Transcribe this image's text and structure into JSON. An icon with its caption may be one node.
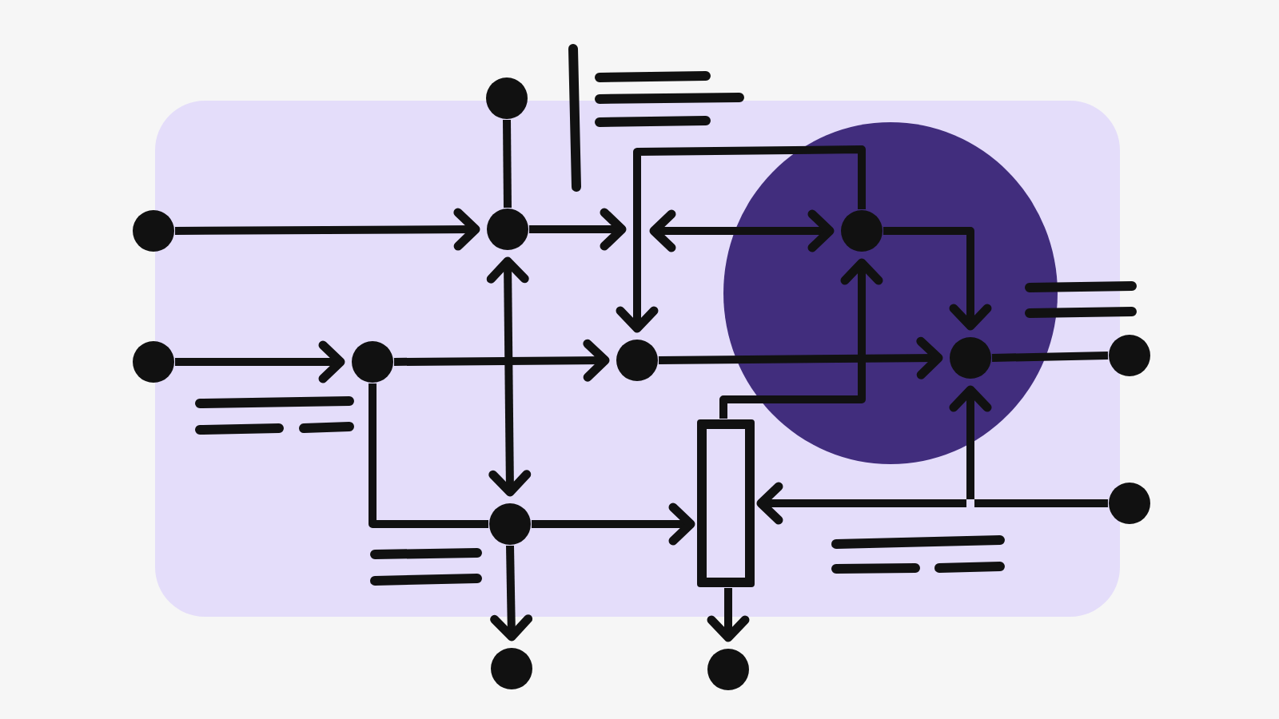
{
  "diagram": {
    "nodes": [
      {
        "text": [],
        "shape": "circle"
      },
      {
        "text": [],
        "shape": "circle"
      },
      {
        "text": [],
        "shape": "circle"
      },
      {
        "text": [],
        "shape": "circle"
      },
      {
        "text": [],
        "shape": "circle"
      },
      {
        "text": [],
        "shape": "circle"
      },
      {
        "text": [],
        "shape": "circle"
      },
      {
        "text": [],
        "shape": "circle"
      },
      {
        "text": [],
        "shape": "circle"
      },
      {
        "text": [],
        "shape": "box"
      },
      {
        "text": [],
        "shape": "circle"
      },
      {
        "text": [],
        "shape": "circle"
      },
      {
        "text": [],
        "shape": "circle"
      },
      {
        "text": [],
        "shape": "circle"
      }
    ],
    "edges": [
      {
        "from": 1,
        "to": 2,
        "arrow": "to"
      },
      {
        "from": 0,
        "to": 2,
        "arrow": "none"
      },
      {
        "from": 2,
        "to": null,
        "arrow": "to"
      },
      {
        "from": null,
        "to": 3,
        "arrow": "both"
      },
      {
        "from": 3,
        "to": 6,
        "arrow": "to"
      },
      {
        "from": 2,
        "to": 11,
        "arrow": "both"
      },
      {
        "from": 4,
        "to": 5,
        "arrow": "to"
      },
      {
        "from": 5,
        "to": 6,
        "arrow": "to"
      },
      {
        "from": 5,
        "to": 11,
        "arrow": "none"
      },
      {
        "from": 6,
        "to": 7,
        "arrow": "to"
      },
      {
        "from": 7,
        "to": 8,
        "arrow": "none"
      },
      {
        "from": 3,
        "to": 7,
        "arrow": "to"
      },
      {
        "from": 9,
        "to": 3,
        "arrow": "to"
      },
      {
        "from": 11,
        "to": 9,
        "arrow": "to"
      },
      {
        "from": 10,
        "to": 9,
        "arrow": "to"
      },
      {
        "from": 10,
        "to": 7,
        "arrow": "to"
      },
      {
        "from": 11,
        "to": 12,
        "arrow": "to"
      },
      {
        "from": 9,
        "to": 13,
        "arrow": "to"
      }
    ]
  }
}
